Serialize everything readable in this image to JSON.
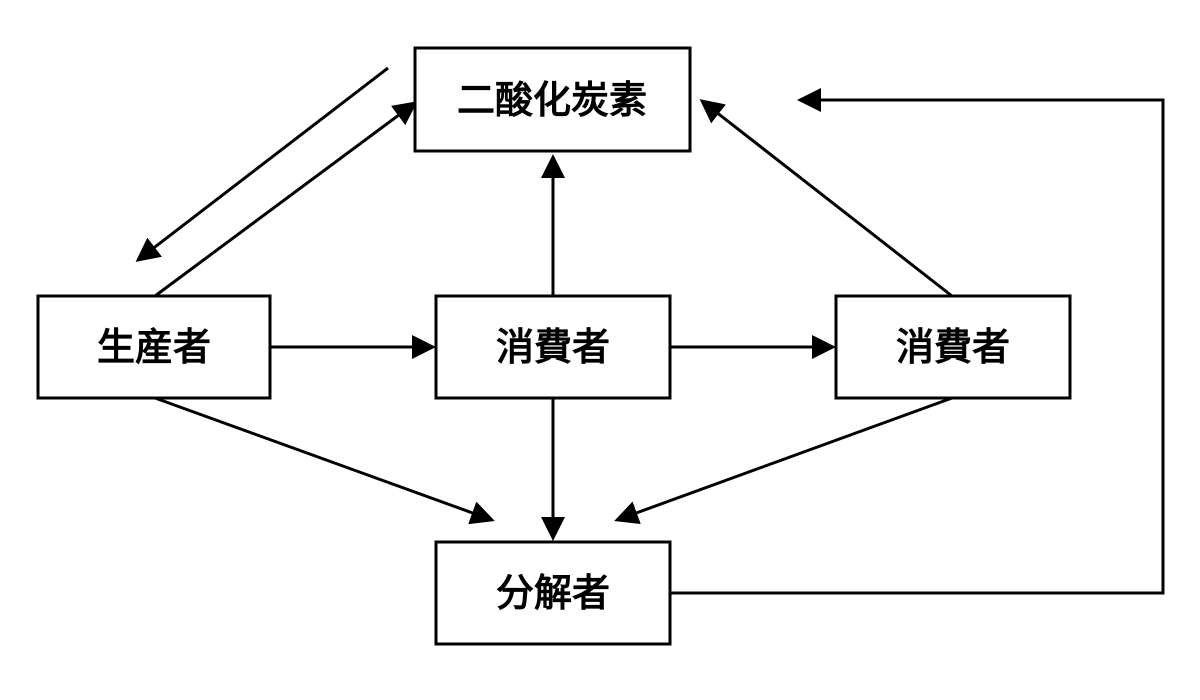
{
  "nodes": {
    "carbon_dioxide": "二酸化炭素",
    "producer": "生産者",
    "consumer_primary": "消費者",
    "consumer_secondary": "消費者",
    "decomposer": "分解者"
  },
  "colors": {
    "line": "#000000",
    "box_fill": "#ffffff",
    "background": "#ffffff"
  }
}
